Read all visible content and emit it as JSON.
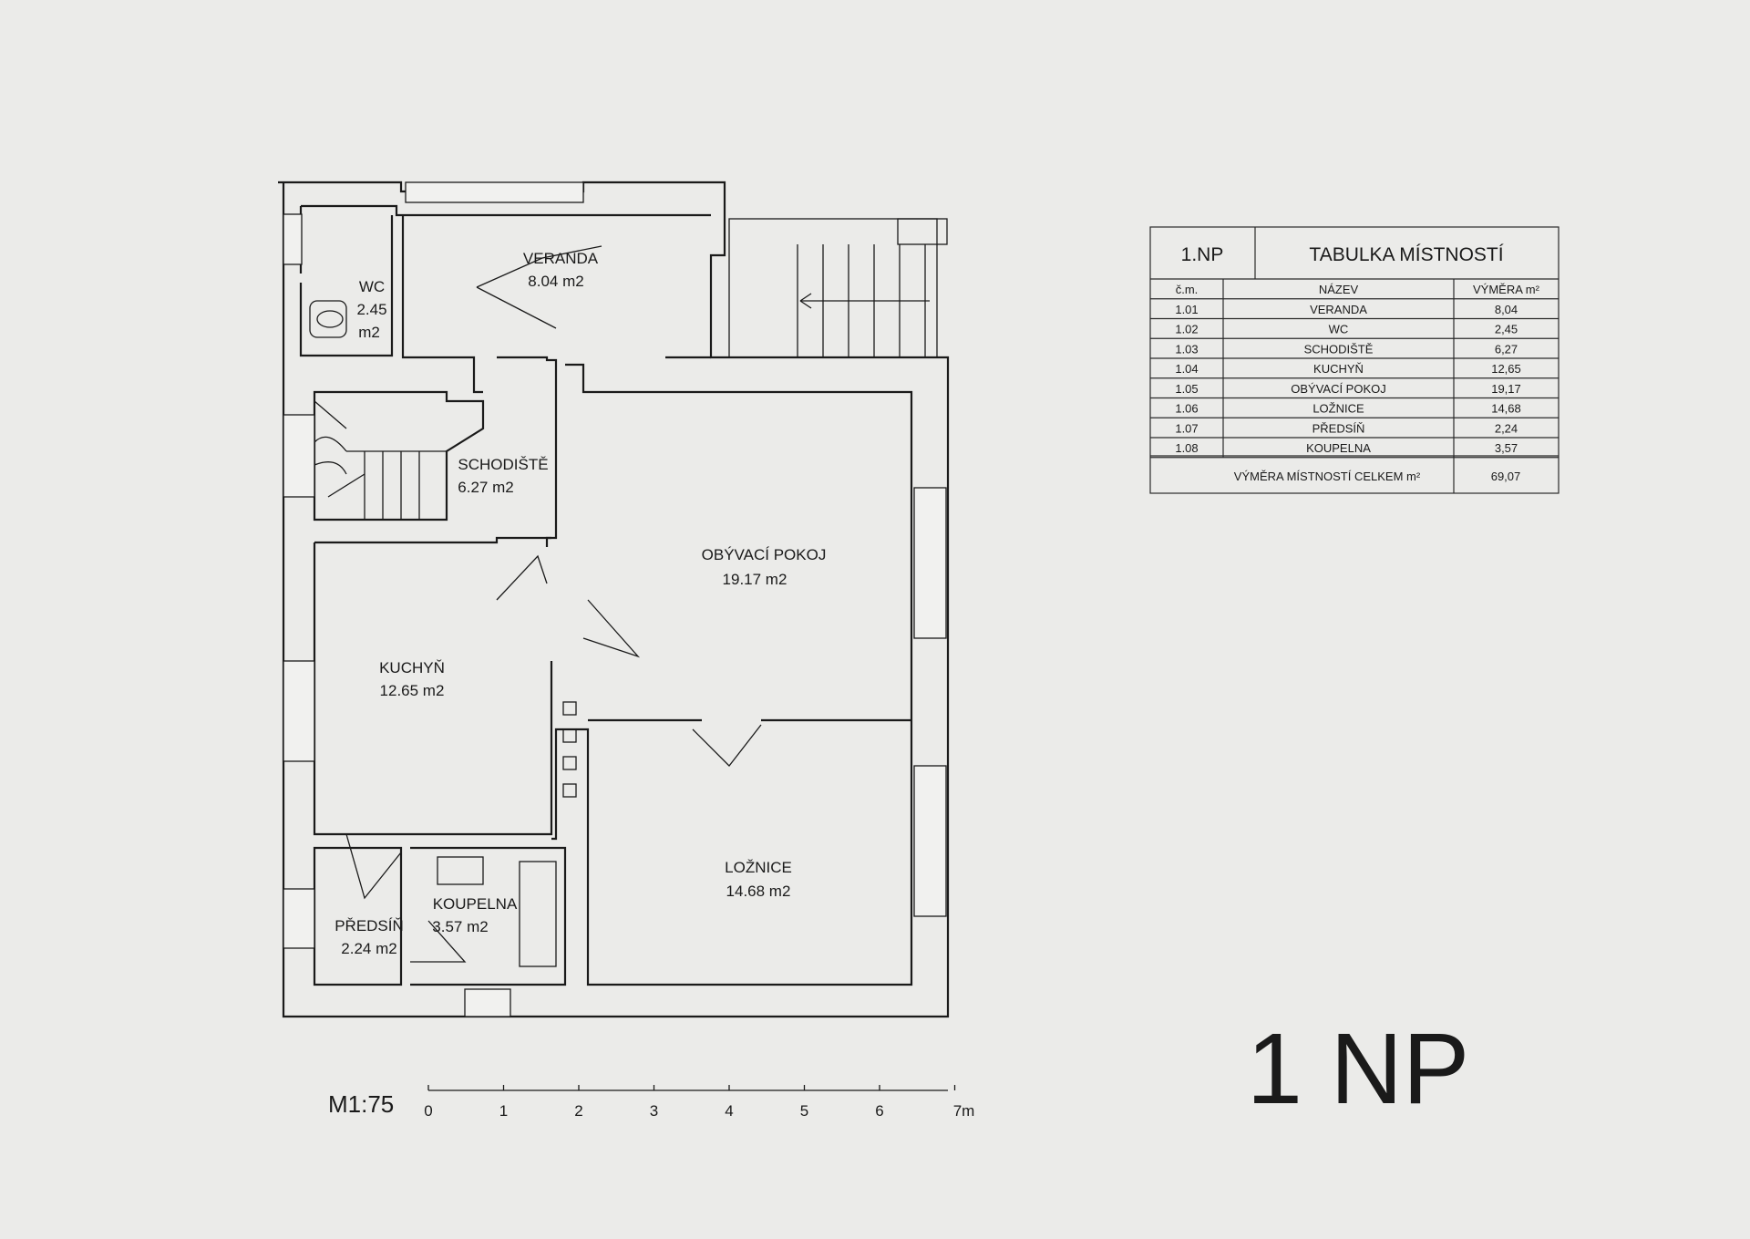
{
  "rooms": [
    {
      "name": "VERANDA",
      "area": "8.04 m2"
    },
    {
      "name": "WC",
      "area_line1": "2.45",
      "area_line2": "m2"
    },
    {
      "name": "SCHODIŠTĚ",
      "area": "6.27 m2"
    },
    {
      "name": "OBÝVACÍ POKOJ",
      "area": "19.17 m2"
    },
    {
      "name": "KUCHYŇ",
      "area": "12.65 m2"
    },
    {
      "name": "LOŽNICE",
      "area": "14.68 m2"
    },
    {
      "name": "KOUPELNA",
      "area": "3.57 m2"
    },
    {
      "name": "PŘEDSÍŇ",
      "area": "2.24 m2"
    }
  ],
  "scale": {
    "label": "M1:75",
    "ticks": [
      "0",
      "1",
      "2",
      "3",
      "4",
      "5",
      "6",
      "7m"
    ]
  },
  "table": {
    "floor": "1.NP",
    "title": "TABULKA MÍSTNOSTÍ",
    "col_headers": [
      "č.m.",
      "NÁZEV",
      "VÝMĚRA m²"
    ],
    "rows": [
      [
        "1.01",
        "VERANDA",
        "8,04"
      ],
      [
        "1.02",
        "WC",
        "2,45"
      ],
      [
        "1.03",
        "SCHODIŠTĚ",
        "6,27"
      ],
      [
        "1.04",
        "KUCHYŇ",
        "12,65"
      ],
      [
        "1.05",
        "OBÝVACÍ POKOJ",
        "19,17"
      ],
      [
        "1.06",
        "LOŽNICE",
        "14,68"
      ],
      [
        "1.07",
        "PŘEDSÍŇ",
        "2,24"
      ],
      [
        "1.08",
        "KOUPELNA",
        "3,57"
      ]
    ],
    "total_label": "VÝMĚRA MÍSTNOSTÍ CELKEM m²",
    "total_value": "69,07"
  },
  "floor_title": "1 NP"
}
